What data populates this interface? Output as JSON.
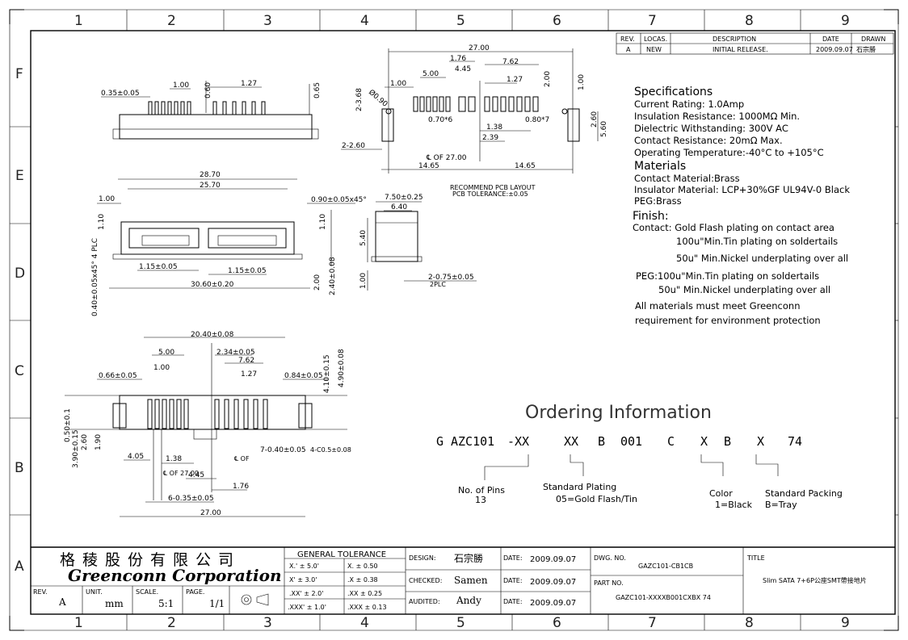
{
  "frame": {
    "zones_cols": [
      "1",
      "2",
      "3",
      "4",
      "5",
      "6",
      "7",
      "8",
      "9"
    ],
    "zones_rows": [
      "F",
      "E",
      "D",
      "C",
      "B",
      "A"
    ]
  },
  "revision_table": {
    "headers": [
      "REV.",
      "LOCAS.",
      "DESCRIPTION",
      "DATE",
      "DRAWN"
    ],
    "row": [
      "A",
      "NEW",
      "INITIAL RELEASE.",
      "2009.09.07",
      "石宗勝"
    ]
  },
  "specifications": {
    "title": "Specifications",
    "lines": [
      "Current Rating: 1.0Amp",
      "Insulation Resistance: 1000MΩ Min.",
      "Dielectric Withstanding: 300V AC",
      "Contact Resistance: 20mΩ Max.",
      "Operating Temperature:-40°C to +105°C"
    ],
    "materials_title": "Materials",
    "materials": [
      "Contact Material:Brass",
      "Insulator Material: LCP+30%GF UL94V-0 Black",
      "PEG:Brass"
    ],
    "finish_title": "Finish:",
    "finish": [
      "Contact: Gold Flash plating on contact area",
      "100u\"Min.Tin plating on soldertails",
      "50u\" Min.Nickel underplating over all",
      "PEG:100u\"Min.Tin plating on soldertails",
      "50u\" Min.Nickel underplating over all",
      "All materials must meet Greenconn",
      "requirement for environment protection"
    ]
  },
  "ordering": {
    "title": "Ordering Information",
    "code": [
      "G",
      "AZC101",
      "-XX",
      "XX",
      "B",
      "001",
      "C",
      "X",
      "B",
      "X",
      "74"
    ],
    "labels": {
      "pins": "No. of Pins",
      "pins_val": "13",
      "plating": "Standard Plating",
      "plating_val": "05=Gold Flash/Tin",
      "color": "Color",
      "color_val": "1=Black",
      "packing": "Standard Packing",
      "packing_val": "B=Tray"
    }
  },
  "pcb_note": {
    "line1": "RECOMMEND PCB LAYOUT",
    "line2": "PCB TOLERANCE:±0.05"
  },
  "dims": {
    "top_view": [
      "0.35±0.05",
      "1.00",
      "0.60",
      "1.27",
      "0.65"
    ],
    "pcb": [
      "27.00",
      "1.76",
      "7.62",
      "5.00",
      "4.45",
      "1.27",
      "1.00",
      "2.00",
      "1.00",
      "2-3.68",
      "Ø0.90",
      "0.70*6",
      "0.80*7",
      "1.38",
      "2.39",
      "2.60",
      "5.60",
      "2-2.60",
      "℄ OF 27.00",
      "14.65",
      "14.65"
    ],
    "front": [
      "28.70",
      "25.70",
      "1.00",
      "0.90±0.05x45°",
      "1.10",
      "1.10",
      "1.15±0.05",
      "1.15±0.05",
      "0.40±0.05x45° 4 PLC",
      "30.60±0.20",
      "2.00",
      "2.40±0.08"
    ],
    "side": [
      "7.50±0.25",
      "6.40",
      "5.40",
      "1.00",
      "2-0.75±0.05",
      "2PLC"
    ],
    "bottom": [
      "20.40±0.08",
      "5.00",
      "2.34±0.05",
      "1.00",
      "7.62",
      "0.66±0.05",
      "1.27",
      "0.84±0.05",
      "4.10±0.15",
      "4.90±0.08",
      "0.50±0.1",
      "3.90±0.15",
      "2.60",
      "1.90",
      "4.05",
      "1.38",
      "℄ OF",
      "℄ OF 27.00",
      "4.45",
      "7-0.40±0.05",
      "4-C0.5±0.08",
      "1.76",
      "6-0.35±0.05",
      "27.00"
    ]
  },
  "title_block": {
    "company_cn": "格稜股份有限公司",
    "company_en": "Greenconn Corporation",
    "rev_label": "REV.",
    "rev": "A",
    "unit_label": "UNIT.",
    "unit": "mm",
    "scale_label": "SCALE.",
    "scale": "5:1",
    "page_label": "PAGE.",
    "page": "1/1",
    "tol_title": "GENERAL  TOLERANCE",
    "tol_rows": [
      [
        "X.' ± 5.0'",
        "X.    ± 0.50"
      ],
      [
        "X' ± 3.0'",
        ".X    ± 0.38"
      ],
      [
        ".XX' ± 2.0'",
        ".XX   ± 0.25"
      ],
      [
        ".XXX' ± 1.0'",
        ".XXX  ± 0.13"
      ]
    ],
    "design_label": "DESIGN:",
    "design": "石宗勝",
    "checked_label": "CHECKED:",
    "checked": "Samen",
    "audited_label": "AUDITED:",
    "audited": "Andy",
    "date_label": "DATE:",
    "date": "2009.09.07",
    "dwg_label": "DWG. NO.",
    "dwg": "GAZC101-CB1CB",
    "part_label": "PART NO.",
    "part": "GAZC101-XXXXB001CXBX 74",
    "title_label": "TITLE",
    "title": "Slim SATA 7+6P公座SMT帶接地片"
  }
}
